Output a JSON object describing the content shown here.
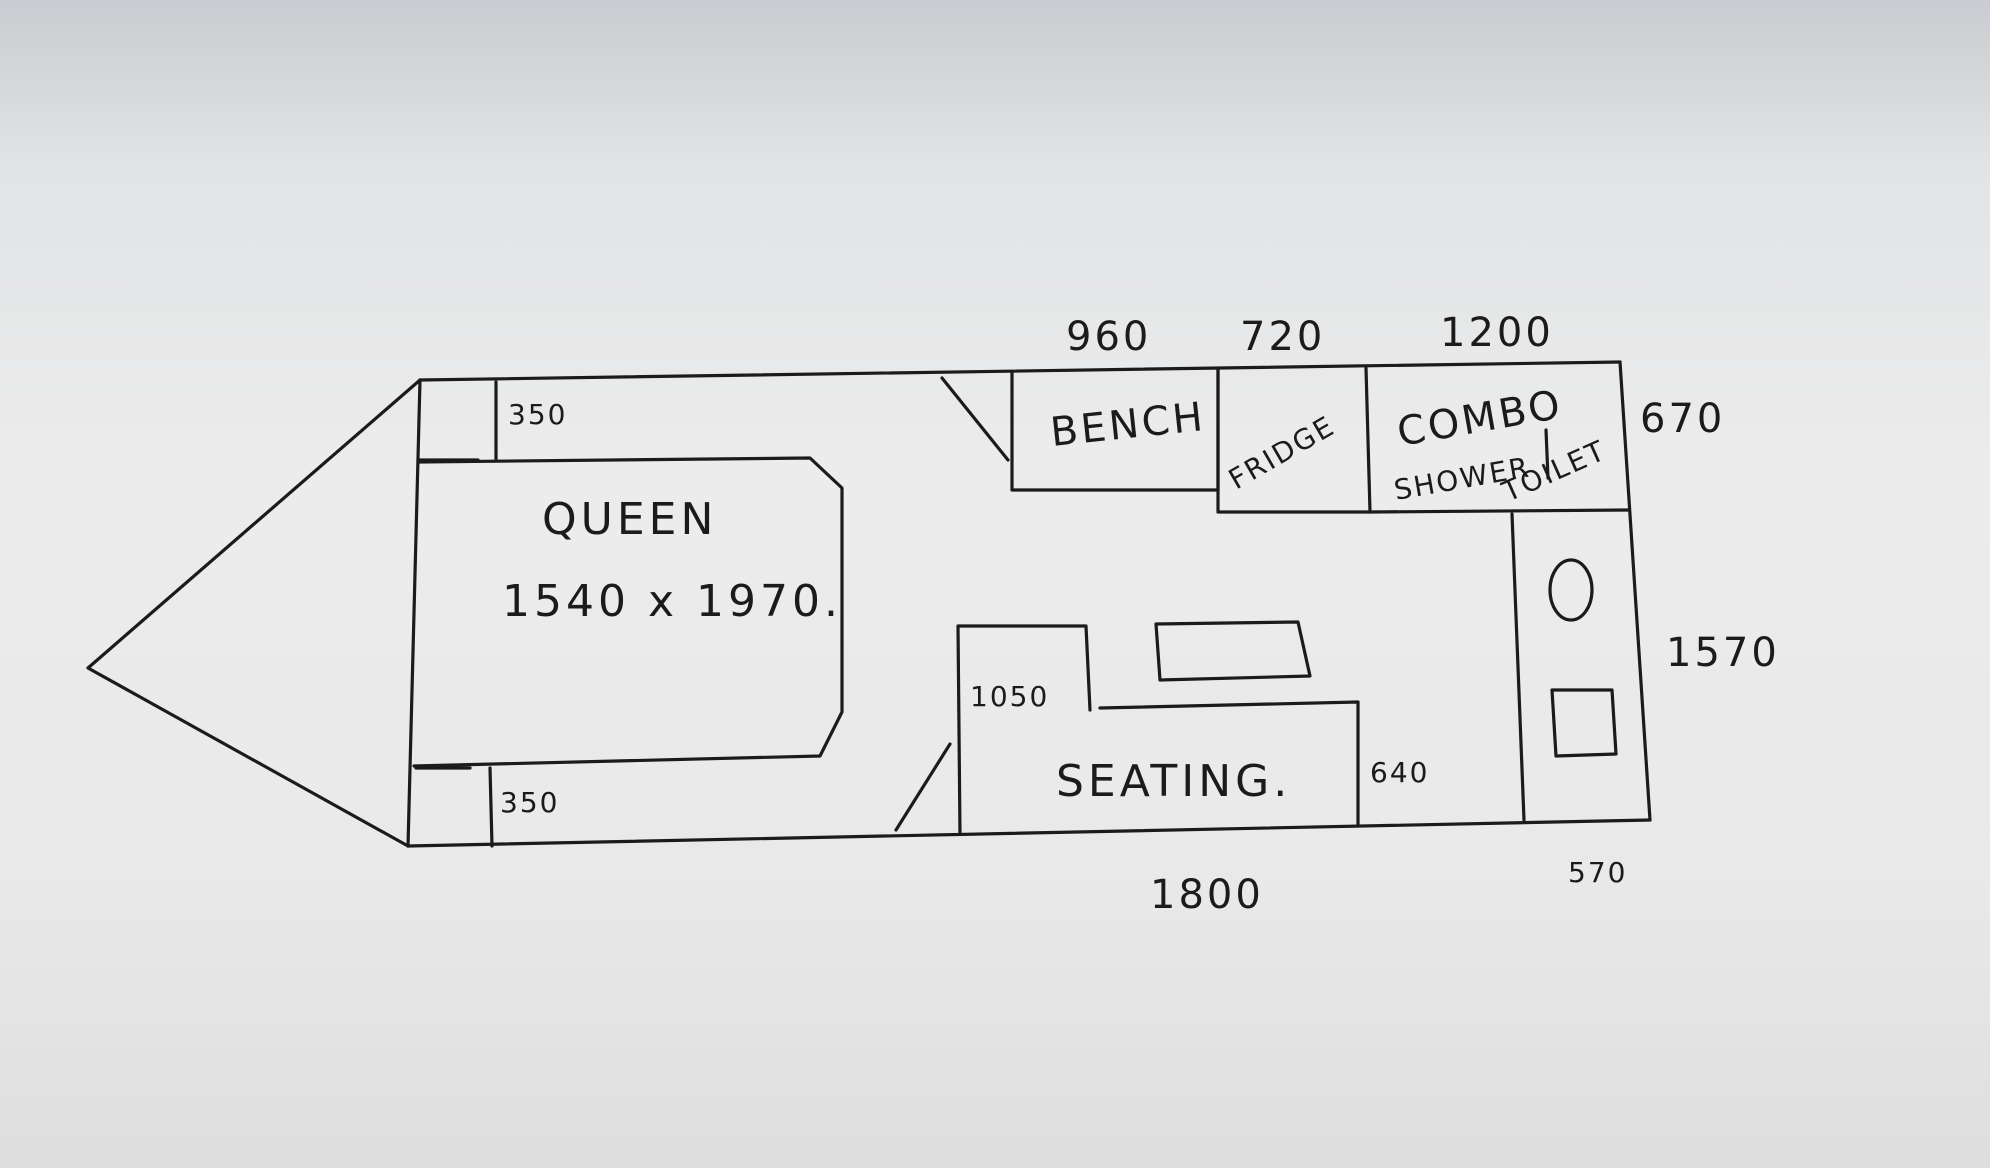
{
  "labels": {
    "queen": "QUEEN",
    "queen_size": "1540 x 1970.",
    "bench": "BENCH",
    "fridge": "FRIDGE",
    "combo": "COMBO",
    "shower": "SHOWER",
    "toilet": "TOILET",
    "seating": "SEATING."
  },
  "dimensions": {
    "top_960": "960",
    "top_720": "720",
    "top_1200": "1200",
    "right_670": "670",
    "right_1570": "1570",
    "bottom_1800": "1800",
    "bottom_570": "570",
    "corner_top_350": "350",
    "corner_bottom_350": "350",
    "seat_1050": "1050",
    "seat_640": "640"
  }
}
